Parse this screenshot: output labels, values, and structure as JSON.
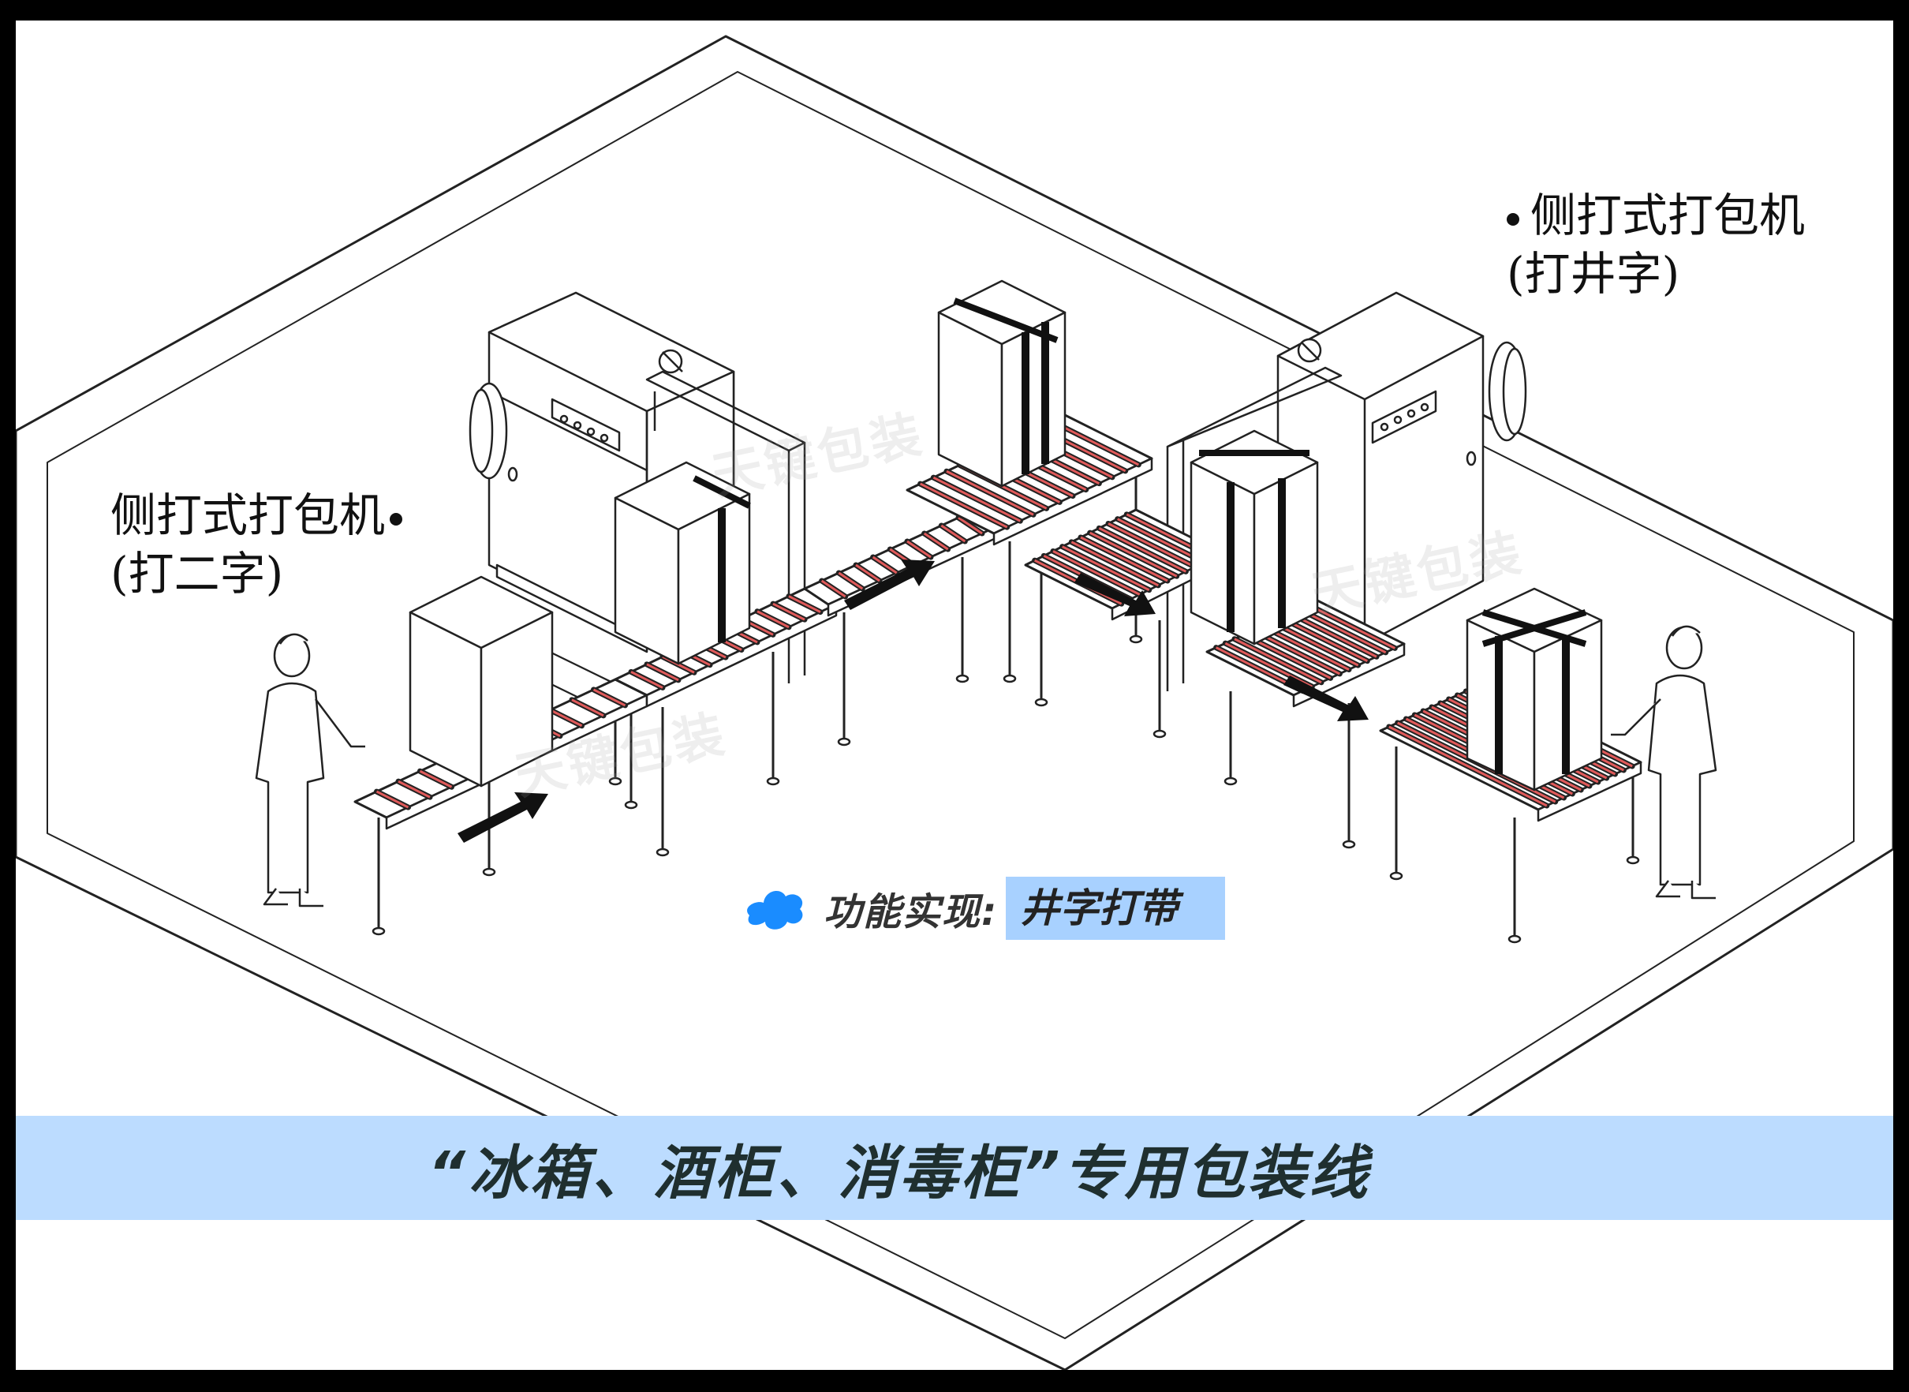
{
  "callouts": {
    "left": {
      "title": "侧打式打包机",
      "subtitle": "(打二字)"
    },
    "right": {
      "title": "侧打式打包机",
      "subtitle": "(打井字)"
    }
  },
  "feature": {
    "label": "功能实现:",
    "value": "井字打带",
    "icon": "star-badge-icon",
    "icon_color": "#1a8cff",
    "value_bg": "#a8d1ff"
  },
  "banner": {
    "text": "“冰箱、酒柜、消毒柜”专用包装线",
    "bg": "#bcdcff"
  },
  "watermarks": [
    "天键包装",
    "天键包装",
    "天键包装"
  ],
  "colors": {
    "roller_stripe": "#e05a5a",
    "line": "#222222"
  }
}
